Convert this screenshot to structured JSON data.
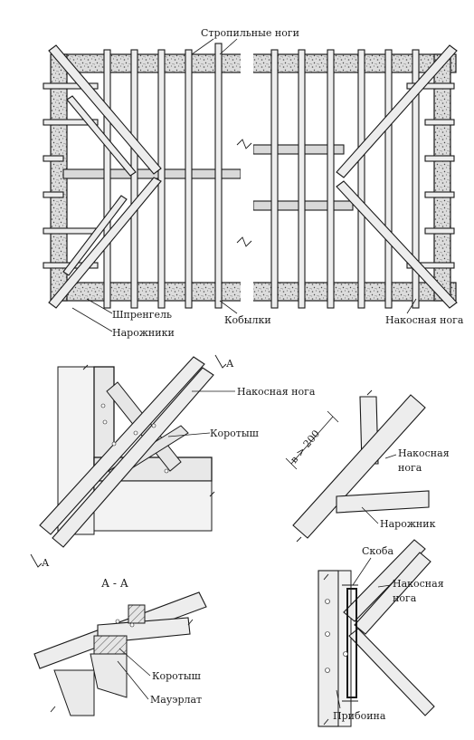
{
  "plan": {
    "label_rafters": "Стропильные ноги",
    "label_truss": "Шпренгель",
    "label_short_rafters": "Кобылки",
    "label_hip_rafter": "Накосная нога",
    "label_jack_rafters": "Нарожники"
  },
  "detail_corner": {
    "label_hip_rafter": "Накосная нога",
    "label_stub": "Коротыш",
    "section_mark_top": "А",
    "section_mark_bottom": "А"
  },
  "detail_joint": {
    "label_dimension": "в > 200",
    "label_hip_rafter_line1": "Накосная",
    "label_hip_rafter_line2": "нога",
    "label_jack": "Нарожник"
  },
  "section_aa": {
    "title": "А - А",
    "label_stub": "Коротыш",
    "label_mauerlat": "Мауэрлат"
  },
  "detail_bracket": {
    "label_bracket": "Скоба",
    "label_hip_rafter_line1": "Накосная",
    "label_hip_rafter_line2": "нога",
    "label_nailer": "Прибоина"
  },
  "colors": {
    "ink": "#1a1a1a",
    "wood": "#ededed",
    "paper": "#ffffff"
  }
}
